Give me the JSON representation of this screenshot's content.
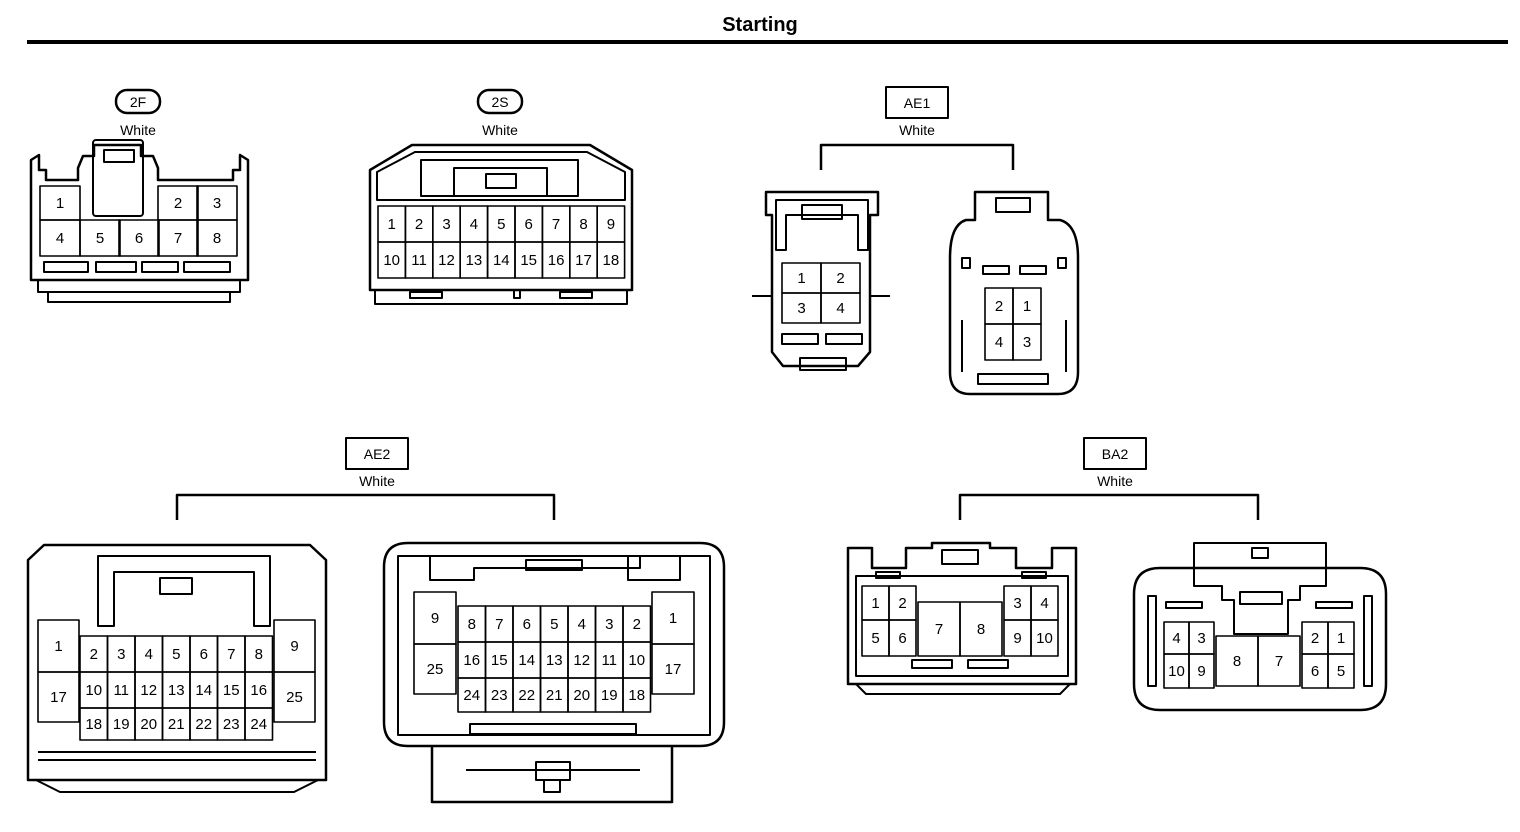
{
  "title": "Starting",
  "connectors": [
    {
      "code": "2F",
      "color": "White",
      "views": [
        {
          "pins": [
            "1",
            "2",
            "3",
            "4",
            "5",
            "6",
            "7",
            "8"
          ]
        }
      ]
    },
    {
      "code": "2S",
      "color": "White",
      "views": [
        {
          "pins": [
            "1",
            "2",
            "3",
            "4",
            "5",
            "6",
            "7",
            "8",
            "9",
            "10",
            "11",
            "12",
            "13",
            "14",
            "15",
            "16",
            "17",
            "18"
          ]
        }
      ]
    },
    {
      "code": "AE1",
      "color": "White",
      "views": [
        {
          "pins": [
            "1",
            "2",
            "3",
            "4"
          ]
        },
        {
          "pins": [
            "2",
            "1",
            "4",
            "3"
          ]
        }
      ]
    },
    {
      "code": "AE2",
      "color": "White",
      "views": [
        {
          "pins": [
            "1",
            "2",
            "3",
            "4",
            "5",
            "6",
            "7",
            "8",
            "9",
            "17",
            "10",
            "11",
            "12",
            "13",
            "14",
            "15",
            "16",
            "25",
            "18",
            "19",
            "20",
            "21",
            "22",
            "23",
            "24"
          ]
        },
        {
          "pins": [
            "9",
            "8",
            "7",
            "6",
            "5",
            "4",
            "3",
            "2",
            "1",
            "25",
            "16",
            "15",
            "14",
            "13",
            "12",
            "11",
            "10",
            "17",
            "24",
            "23",
            "22",
            "21",
            "20",
            "19",
            "18"
          ]
        }
      ]
    },
    {
      "code": "BA2",
      "color": "White",
      "views": [
        {
          "pins": [
            "1",
            "2",
            "3",
            "4",
            "5",
            "6",
            "7",
            "8",
            "9",
            "10"
          ]
        },
        {
          "pins": [
            "4",
            "3",
            "2",
            "1",
            "10",
            "9",
            "8",
            "7",
            "6",
            "5"
          ]
        }
      ]
    }
  ]
}
